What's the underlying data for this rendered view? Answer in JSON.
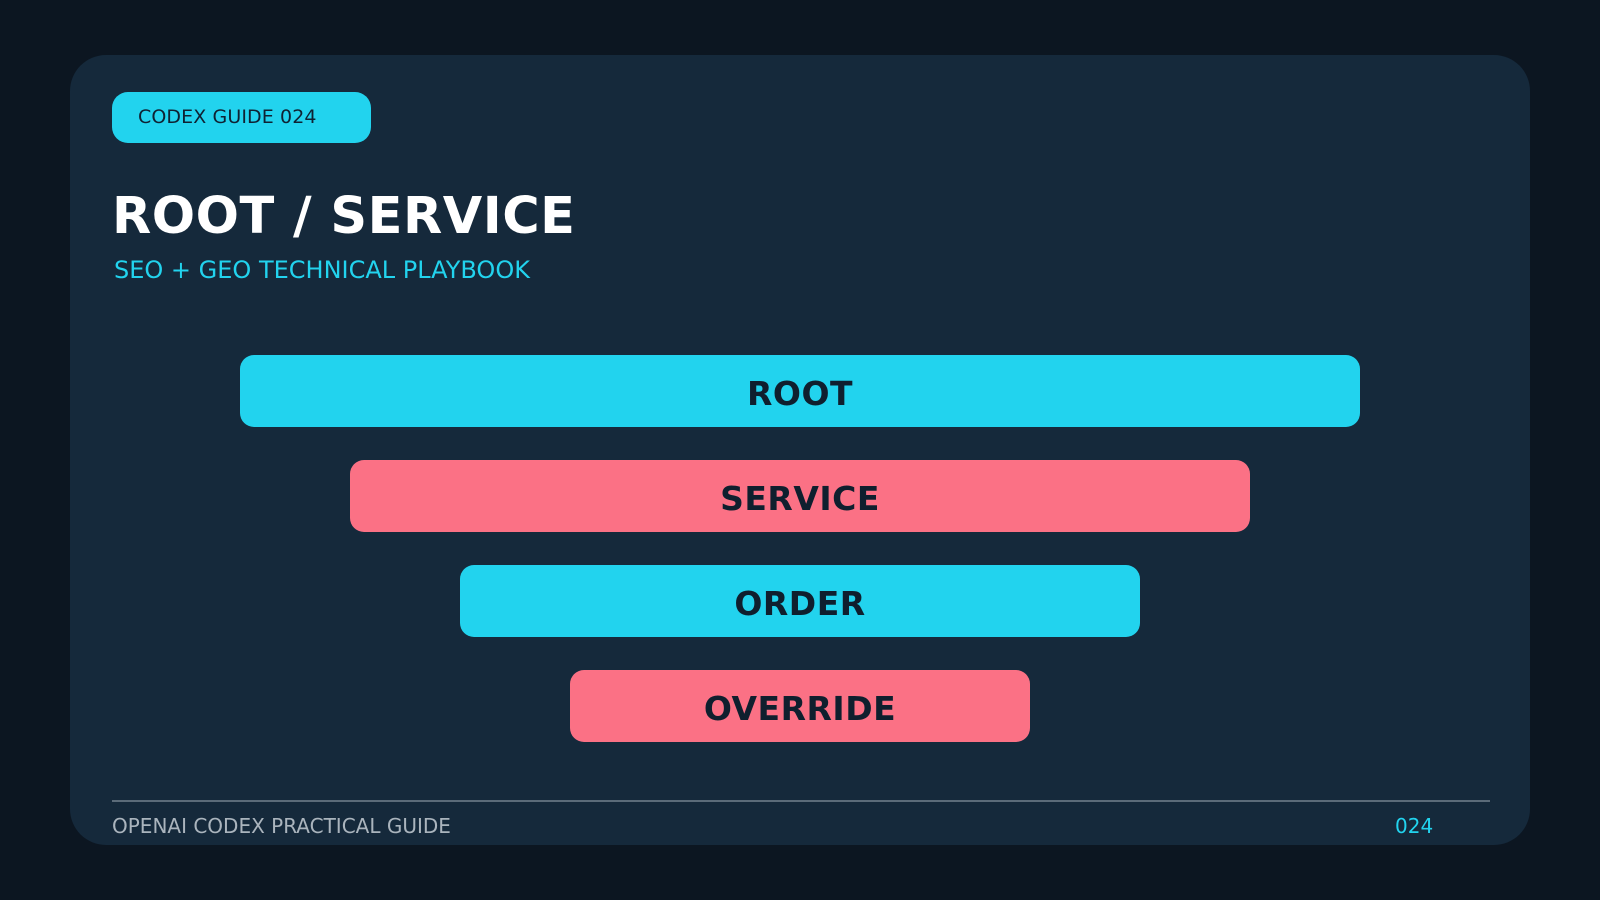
{
  "badge": {
    "label": "CODEX GUIDE 024"
  },
  "header": {
    "title": "ROOT / SERVICE",
    "subtitle": "SEO + GEO TECHNICAL PLAYBOOK"
  },
  "layers": [
    {
      "label": "ROOT",
      "color": "#22d3ee"
    },
    {
      "label": "SERVICE",
      "color": "#fb7185"
    },
    {
      "label": "ORDER",
      "color": "#22d3ee"
    },
    {
      "label": "OVERRIDE",
      "color": "#fb7185"
    }
  ],
  "footer": {
    "left": "OPENAI CODEX PRACTICAL GUIDE",
    "page": "024"
  },
  "colors": {
    "accent": "#22d3ee",
    "secondary": "#fb7185",
    "card_bg": "#15293b",
    "page_bg": "#0c1621"
  }
}
